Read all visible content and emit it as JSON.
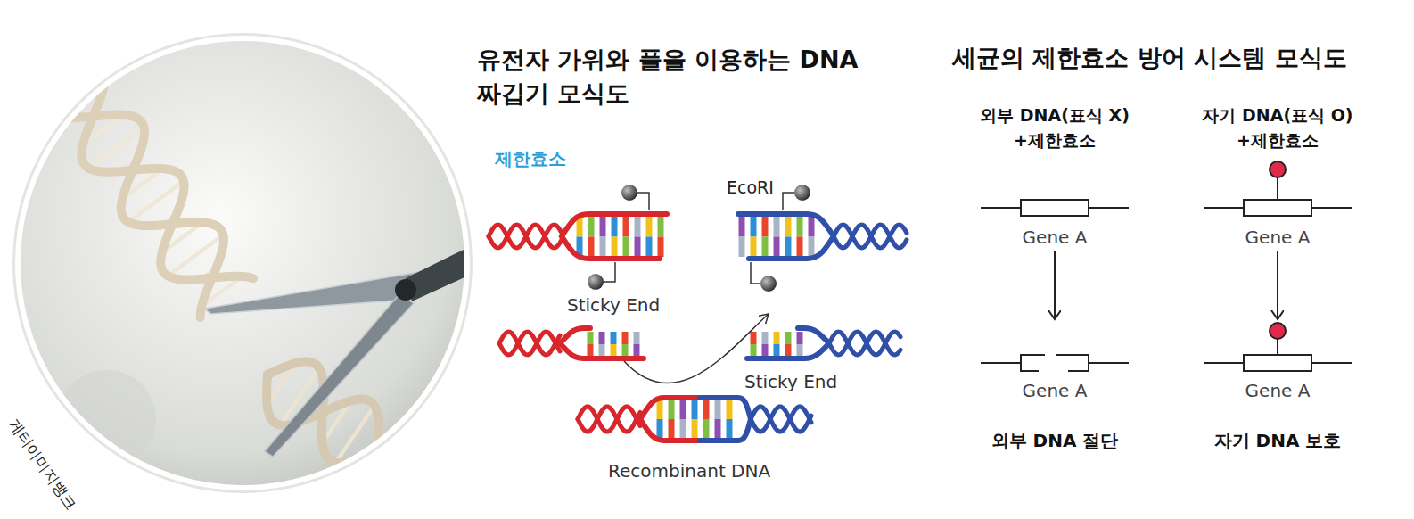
{
  "diagram": {
    "nodes": [
      {
        "text": [
          "Gene A"
        ]
      },
      {
        "text": [
          "Gene A"
        ]
      },
      {
        "text": [
          "Gene A"
        ]
      },
      {
        "text": [
          "Gene A"
        ]
      }
    ],
    "edges": [
      {
        "from": 0,
        "to": 2,
        "arrow": "to"
      },
      {
        "from": 1,
        "to": 3,
        "arrow": "to"
      }
    ],
    "labels": [
      "유전자 가위와 풀을 이용하는 DNA 짜깁기 모식도",
      "세균의 제한효소 방어 시스템 모식도",
      "제한효소",
      "EcoRI",
      "Sticky End",
      "Sticky End",
      "Recombinant DNA",
      "외부 DNA(표식 X) +제한효소",
      "자기 DNA(표식 O) +제한효소",
      "외부 DNA 절단",
      "자기 DNA 보호",
      "게티이미지뱅크"
    ]
  }
}
